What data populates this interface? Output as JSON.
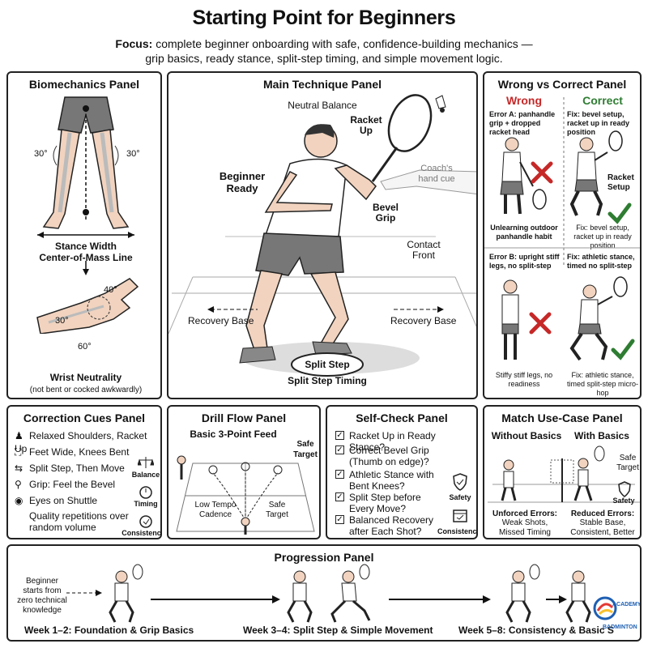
{
  "header": {
    "title": "Starting Point for Beginners",
    "focus_label": "Focus:",
    "focus_text": "complete beginner onboarding with safe, confidence-building mechanics —",
    "focus_text2": "grip basics, ready stance, split-step timing, and simple movement logic."
  },
  "biomechanics": {
    "title": "Biomechanics Panel",
    "angle_left": "30°",
    "angle_right": "30°",
    "stance_width": "Stance Width",
    "com_line": "Center-of-Mass Line",
    "wrist_angle_top": "40°",
    "wrist_angle_left": "30°",
    "wrist_angle_bottom": "60°",
    "wrist_title": "Wrist Neutrality",
    "wrist_note": "(not bent or cocked awkwardly)"
  },
  "main_technique": {
    "title": "Main Technique Panel",
    "neutral_balance": "Neutral Balance",
    "racket_up": "Racket Up",
    "beginner_ready": "Beginner Ready",
    "coach_cue": "Coach's hand cue",
    "bevel_grip": "Bevel Grip",
    "contact_front": "Contact Front",
    "recovery_left": "Recovery Base",
    "recovery_right": "Recovery Base",
    "split_step": "Split Step",
    "split_step_timing": "Split Step Timing"
  },
  "wrong_vs_correct": {
    "title": "Wrong vs Correct Panel",
    "wrong_label": "Wrong",
    "correct_label": "Correct",
    "error_a": "Error A: panhandle grip + dropped racket head",
    "fix_a": "Fix: bevel setup, racket up in ready position",
    "racket_setup": "Racket Setup",
    "unlearning": "Unlearning outdoor panhandle habit",
    "fix_a2": "Fix: bevel setup, racket up in ready position",
    "error_b": "Error B: upright stiff legs, no split-step",
    "fix_b": "Fix: athletic stance, timed no split-step",
    "stiff_caption": "Stiffy stiff legs, no readiness",
    "fix_b2": "Fix: athletic stance, timed split-step micro-hop"
  },
  "correction_cues": {
    "title": "Correction Cues Panel",
    "cues": [
      {
        "icon": "person-icon",
        "label": "Relaxed Shoulders, Racket Up"
      },
      {
        "icon": "feet-icon",
        "label": "Feet Wide, Knees Bent"
      },
      {
        "icon": "arrows-icon",
        "label": "Split Step, Then Move"
      },
      {
        "icon": "shuttle-icon",
        "label": "Grip: Feel the Bevel"
      },
      {
        "icon": "eye-icon",
        "label": "Eyes on Shuttle"
      }
    ],
    "quality": "Quality repetitions over random volume",
    "badge_balance": "Balance",
    "badge_timing": "Timing",
    "badge_consistency": "Consistency"
  },
  "drill_flow": {
    "title": "Drill Flow Panel",
    "feed": "Basic 3-Point Feed",
    "safe_target_top": "Safe Target",
    "low_tempo": "Low Tempo Cadence",
    "safe_target": "Safe Target"
  },
  "self_check": {
    "title": "Self-Check Panel",
    "items": [
      "Racket Up in Ready Stance?",
      "Correct Bevel Grip (Thumb on edge)?",
      "Athletic Stance with Bent Knees?",
      "Split Step before Every Move?",
      "Balanced Recovery after Each Shot?"
    ],
    "badge_safety": "Safety",
    "badge_consistency": "Consistency"
  },
  "match_use": {
    "title": "Match Use-Case Panel",
    "without": "Without Basics",
    "with": "With Basics",
    "safe_target": "Safe Target",
    "safety": "Safety",
    "unforced": "Unforced Errors:",
    "unforced_detail": "Weak Shots, Missed Timing",
    "reduced": "Reduced Errors:",
    "reduced_detail": "Stable Base, Consistent, Better Court Coverage"
  },
  "progression": {
    "title": "Progression Panel",
    "start_note": "Beginner starts from zero technical knowledge",
    "week1": "Week 1–2: Foundation & Grip Basics",
    "week3": "Week 3–4: Split Step & Simple Movement",
    "week5": "Week 5–8: Consistency & Basic S"
  },
  "logo": {
    "line1": "ACADEMY",
    "line2": "BADMINTON"
  },
  "colors": {
    "wrong": "#c62828",
    "correct": "#2e7d32",
    "ink": "#111111"
  }
}
